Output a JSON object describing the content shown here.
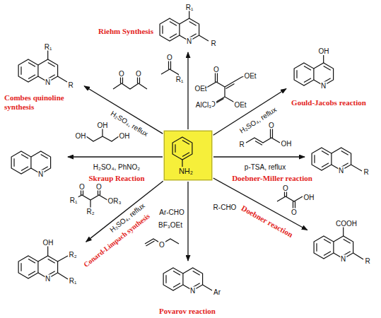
{
  "diagram": {
    "nodes": [
      {
        "text": [
          "NH₂"
        ]
      },
      {
        "text": [
          "Riehm Synthesis",
          "R₁",
          "N",
          "R"
        ]
      },
      {
        "text": [
          "Combes quinoline synthesis",
          "R₁",
          "N",
          "R"
        ]
      },
      {
        "text": [
          "Gould-Jacobs reaction",
          "OH",
          "N"
        ]
      },
      {
        "text": [
          "Skraup Reaction",
          "N"
        ]
      },
      {
        "text": [
          "Doebner-Miller reaction",
          "N",
          "R"
        ]
      },
      {
        "text": [
          "Conard-Limpach synthesis",
          "OH",
          "R₂",
          "N",
          "R₁"
        ]
      },
      {
        "text": [
          "Doebner reaction",
          "COOH",
          "N",
          "R"
        ]
      },
      {
        "text": [
          "Povarov reaction",
          "N",
          "Ar"
        ]
      }
    ],
    "edges": [
      {
        "from": 0,
        "to": 1,
        "arrow": "to",
        "label": "AlCl₃"
      },
      {
        "from": 0,
        "to": 2,
        "arrow": "to",
        "label": "H₂SO₄, reflux"
      },
      {
        "from": 0,
        "to": 3,
        "arrow": "to",
        "label": "H₂SO₄, reflux"
      },
      {
        "from": 0,
        "to": 4,
        "arrow": "to",
        "label": "H₂SO₄, PhNO₂"
      },
      {
        "from": 0,
        "to": 5,
        "arrow": "to",
        "label": "p-TSA, reflux"
      },
      {
        "from": 0,
        "to": 6,
        "arrow": "to",
        "label": "H₂SO₄, reflux"
      },
      {
        "from": 0,
        "to": 7,
        "arrow": "to",
        "label": "R-CHO"
      },
      {
        "from": 0,
        "to": 8,
        "arrow": "to",
        "label": "BF₃OEt"
      }
    ],
    "labels": [
      "O",
      "R₁",
      "O",
      "O",
      "O",
      "OEt",
      "O",
      "OEt",
      "OEt",
      "OH",
      "OH",
      "OH",
      "R",
      "O",
      "OH",
      "O",
      "O",
      "OH",
      "Ar-CHO",
      "O",
      "R₁",
      "O",
      "R₂",
      "O",
      "OR₃"
    ]
  }
}
